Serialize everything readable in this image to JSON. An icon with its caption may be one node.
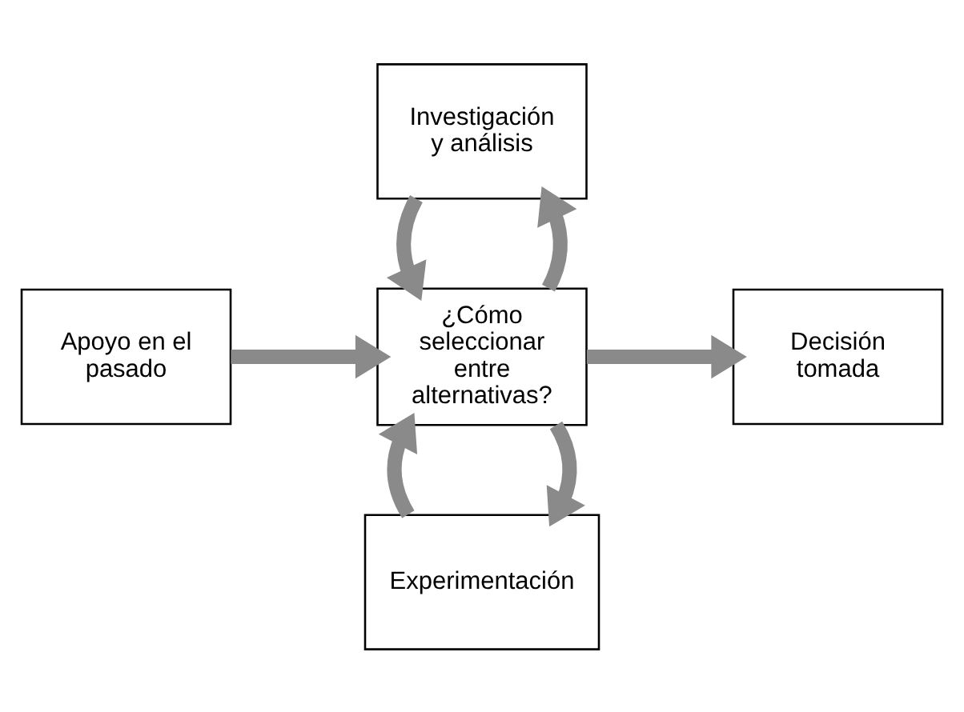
{
  "diagram": {
    "nodes": [
      {
        "text": [
          "Experimentación"
        ]
      },
      {
        "text": [
          "Apoyo en el pasado"
        ]
      },
      {
        "text": [
          "¿Cómo seleccionar entre alternativas?"
        ]
      },
      {
        "text": [
          "Decisión tomada"
        ]
      },
      {
        "text": [
          "Investigación y análisis"
        ]
      }
    ],
    "edges": [
      {
        "from": 1,
        "to": 2,
        "arrow": "to"
      },
      {
        "from": 2,
        "to": 3,
        "arrow": "to"
      },
      {
        "from": 2,
        "to": 0,
        "arrow": "to"
      },
      {
        "from": 0,
        "to": 2,
        "arrow": "to"
      },
      {
        "from": 2,
        "to": 4,
        "arrow": "to"
      },
      {
        "from": 4,
        "to": 2,
        "arrow": "to"
      }
    ]
  }
}
